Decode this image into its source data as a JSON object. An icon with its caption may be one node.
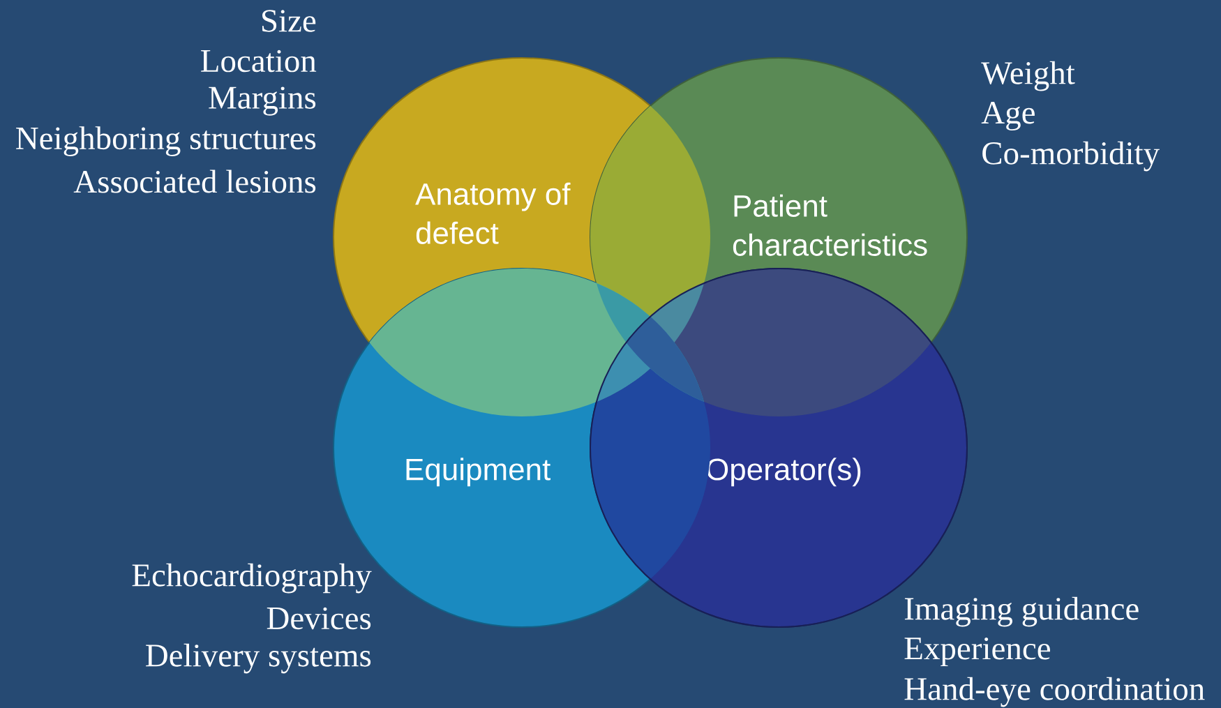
{
  "diagram": {
    "nodes": [
      {
        "text": [
          "Anatomy of defect"
        ],
        "beside": [
          "Size",
          "Location",
          "Margins",
          "Neighboring structures",
          "Associated lesions"
        ]
      },
      {
        "text": [
          "Patient characteristics"
        ],
        "beside": [
          "Weight",
          "Age",
          "Co-morbidity"
        ]
      },
      {
        "text": [
          "Equipment"
        ],
        "beside": [
          "Echocardiography",
          "Devices",
          "Delivery systems"
        ]
      },
      {
        "text": [
          "Operator(s)"
        ],
        "beside": [
          "Imaging guidance",
          "Experience",
          "Hand-eye coordination"
        ]
      }
    ]
  }
}
